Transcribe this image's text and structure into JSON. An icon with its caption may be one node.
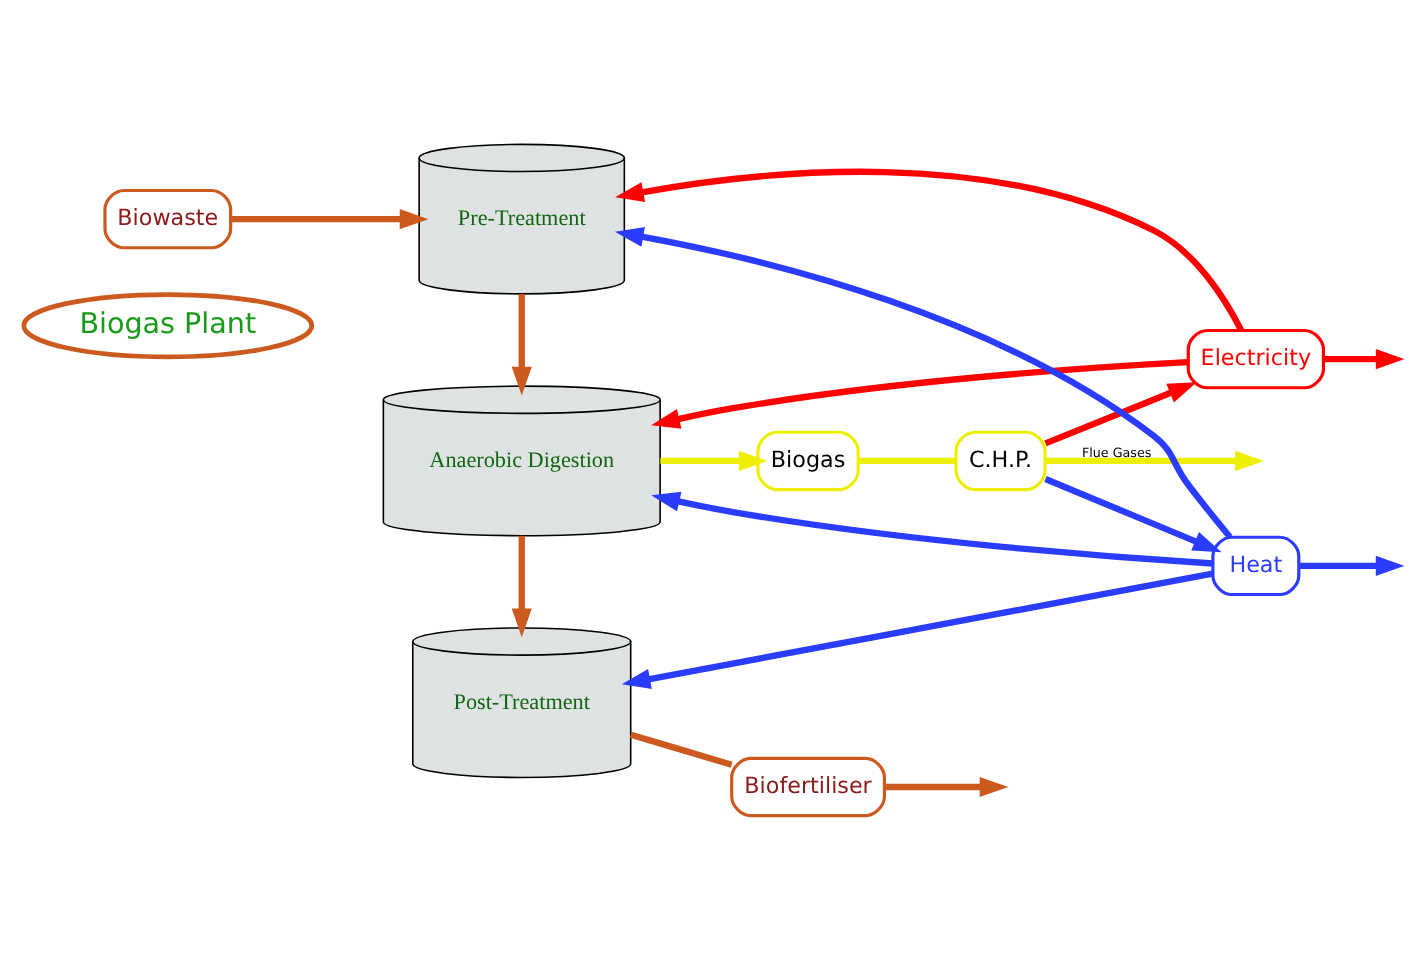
{
  "diagram": {
    "nodes": [
      {
        "text": [
          "Biogas Plant"
        ]
      },
      {
        "text": [
          "Biowaste"
        ]
      },
      {
        "text": [
          "Pre-Treatment"
        ]
      },
      {
        "text": [
          "Anaerobic Digestion"
        ]
      },
      {
        "text": [
          "Post-Treatment"
        ]
      },
      {
        "text": [
          "Electricity"
        ]
      },
      {
        "text": [
          "Biogas"
        ]
      },
      {
        "text": [
          "C.H.P."
        ]
      },
      {
        "text": [
          "Heat"
        ]
      },
      {
        "text": [
          "Biofertiliser"
        ]
      }
    ],
    "edges": [
      {
        "from": 1,
        "to": 2,
        "arrow": "to",
        "color": "#cc5a1e"
      },
      {
        "from": 2,
        "to": 3,
        "arrow": "to",
        "color": "#cc5a1e"
      },
      {
        "from": 3,
        "to": 4,
        "arrow": "to",
        "color": "#cc5a1e"
      },
      {
        "from": 3,
        "to": 6,
        "arrow": "to",
        "color": "#eeee00"
      },
      {
        "from": 6,
        "to": 7,
        "arrow": "none",
        "color": "#eeee00"
      },
      {
        "from": 7,
        "to": null,
        "arrow": "to",
        "label": "Flue Gases",
        "color": "#eeee00"
      },
      {
        "from": 7,
        "to": 5,
        "arrow": "to",
        "color": "#ff0000"
      },
      {
        "from": 7,
        "to": 8,
        "arrow": "to",
        "color": "#2a3cff"
      },
      {
        "from": 5,
        "to": 2,
        "arrow": "to",
        "color": "#ff0000"
      },
      {
        "from": 5,
        "to": 3,
        "arrow": "to",
        "color": "#ff0000"
      },
      {
        "from": 5,
        "to": null,
        "arrow": "to",
        "color": "#ff0000"
      },
      {
        "from": 8,
        "to": 2,
        "arrow": "to",
        "color": "#2a3cff"
      },
      {
        "from": 8,
        "to": 3,
        "arrow": "to",
        "color": "#2a3cff"
      },
      {
        "from": 8,
        "to": 4,
        "arrow": "to",
        "color": "#2a3cff"
      },
      {
        "from": 8,
        "to": null,
        "arrow": "to",
        "color": "#2a3cff"
      },
      {
        "from": 4,
        "to": 9,
        "arrow": "none",
        "color": "#cc5a1e"
      },
      {
        "from": 9,
        "to": null,
        "arrow": "to",
        "color": "#cc5a1e"
      }
    ]
  }
}
